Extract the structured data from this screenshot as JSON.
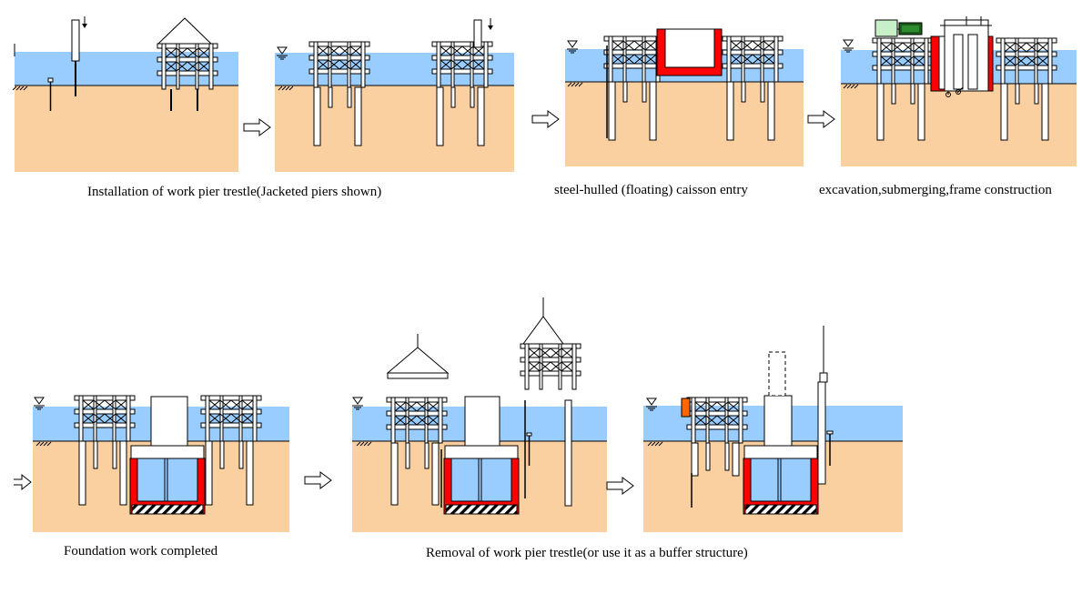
{
  "captions": {
    "step1": "Installation of work pier trestle(Jacketed piers shown)",
    "step2": "steel-hulled (floating) caisson entry",
    "step3": "excavation,submerging,frame construction",
    "step4": "Foundation work completed",
    "step5": "Removal of work pier trestle(or use it as a buffer structure)"
  },
  "colors": {
    "water": "#99ccff",
    "soil": "#fbd0a0",
    "caisson": "#ff0000",
    "structure": "#ffffff",
    "outline": "#000000",
    "buffer": "#ff6600",
    "equipment_green": "#c8f0c8",
    "equipment_dark": "#1a5c1a"
  }
}
